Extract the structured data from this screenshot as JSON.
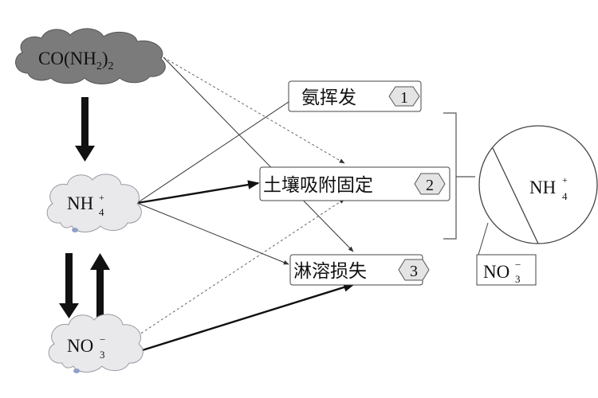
{
  "sources": {
    "urea": {
      "main": "CO(NH",
      "sub": "2",
      "close": ")",
      "sub2": "2"
    },
    "ammonium": {
      "main": "NH",
      "sub": "4",
      "sup": "+"
    },
    "nitrate": {
      "main": "NO",
      "sub": "3",
      "sup": "−"
    }
  },
  "outcomes": [
    {
      "label": "氨挥发",
      "number": "1"
    },
    {
      "label": "土壤吸附固定",
      "number": "2"
    },
    {
      "label": "淋溶损失",
      "number": "3"
    }
  ],
  "pie": {
    "large": {
      "main": "NH",
      "sub": "4",
      "sup": "+"
    },
    "small": {
      "main": "NO",
      "sub": "3",
      "sup": "−"
    }
  }
}
